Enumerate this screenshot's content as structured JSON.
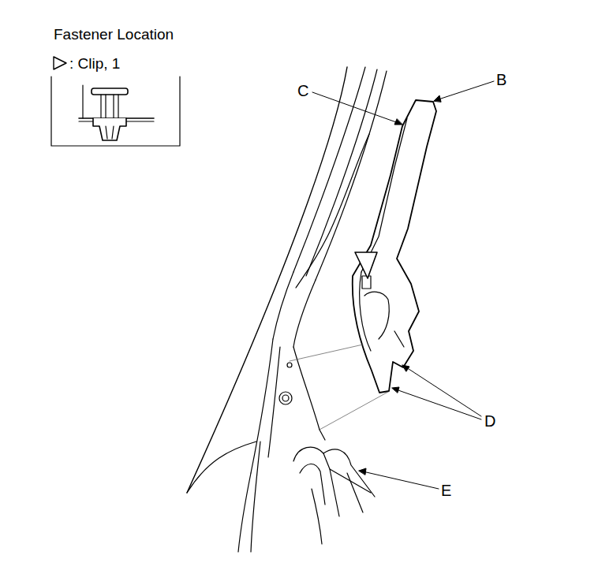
{
  "diagram": {
    "labels": [
      "Fastener Location",
      "C",
      "B",
      "D",
      "E"
    ],
    "legend": [
      {
        "text": ": Clip, 1"
      }
    ]
  }
}
